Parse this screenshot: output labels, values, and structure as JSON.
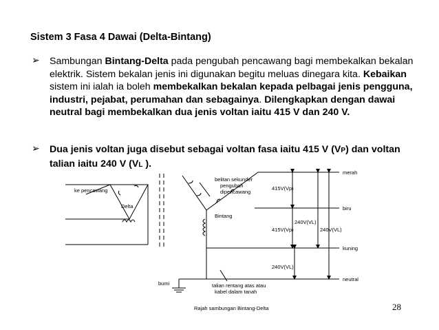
{
  "heading": "Sistem 3 Fasa 4 Dawai (Delta-Bintang)",
  "bullets": [
    {
      "icon": "arrowhead-bullet-icon",
      "p1": "Sambungan ",
      "b1": "Bintang-Delta",
      "p2": " pada pengubah pencawang bagi membekalkan bekalan elektrik. Sistem bekalan jenis ini digunakan begitu meluas dinegara kita. ",
      "b2": "Kebaikan",
      "p3": " sistem ini ialah ia boleh ",
      "b3": "membekalkan bekalan kepada pelbagai jenis pengguna, industri, pejabat, perumahan dan sebagainya",
      "p4": ". ",
      "b4": "Dilengkapkan dengan dawai neutral bagi membekalkan dua jenis voltan iaitu 415 V dan 240 V."
    },
    {
      "icon": "arrowhead-bullet-icon",
      "t1": "Dua jenis voltan juga disebut sebagai voltan fasa iaitu 415 V (V",
      "s1": "P",
      "t2": ") dan voltan talian iaitu 240 V (V",
      "s2": "L",
      "t3": " )."
    }
  ],
  "diagram": {
    "ke_pencawang": "ke pencawang",
    "delta": "Delta",
    "belitan_1": "belitan sekunder",
    "belitan_2": "pengubah",
    "belitan_3": "dipencawang",
    "bintang": "Bintang",
    "merah": "merah",
    "biru": "biru",
    "kuning": "kuning",
    "neutral": "neutral",
    "v415_1": "415V(Vp)",
    "v240_1": "240V(VL)",
    "v415_2": "415V(Vp)",
    "v240_2": "240V(VL)",
    "v240_3": "240V(VL)",
    "bumi": "bumi",
    "talian_1": "talian rentang atas atau",
    "talian_2": "kabel dalam tanah",
    "caption": "Rajah sambungan Bintang-Delta"
  },
  "page_number": "28"
}
